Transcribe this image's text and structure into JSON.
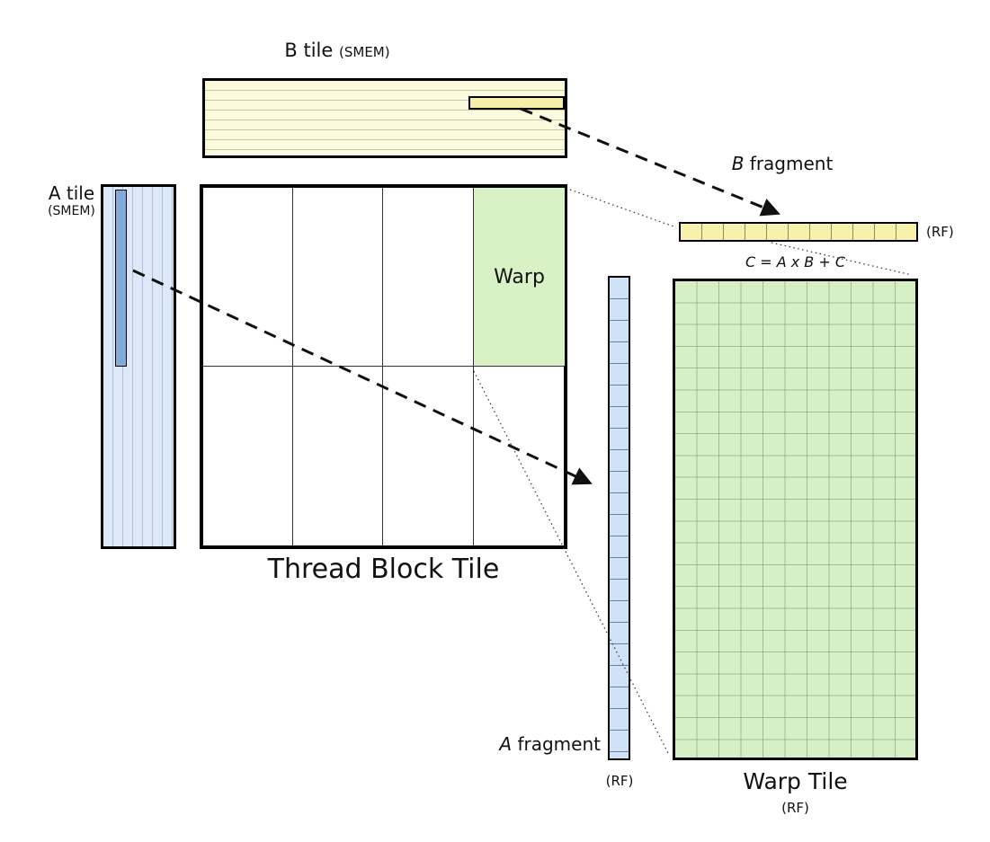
{
  "colors": {
    "b_tile_fill": "#fbfadc",
    "b_fragment_fill": "#f8f1ac",
    "a_tile_fill": "#dde9f8",
    "a_slice_fill": "#82abdb",
    "a_fragment_fill": "#cfe2f7",
    "warp_fill": "#d9f2c5",
    "warp_tile_fill": "#d6efc4",
    "outline": "#000000"
  },
  "b_tile": {
    "label": "B tile",
    "mem": "(SMEM)"
  },
  "a_tile": {
    "label": "A tile",
    "mem": "(SMEM)"
  },
  "thread_block": {
    "warp_label": "Warp",
    "label": "Thread Block Tile"
  },
  "b_fragment": {
    "name_italic": "B",
    "name_rest": " fragment",
    "mem": "(RF)"
  },
  "a_fragment": {
    "name_italic": "A",
    "name_rest": " fragment",
    "mem": "(RF)"
  },
  "warp_tile": {
    "equation": "C = A x B + C",
    "label": "Warp Tile",
    "mem": "(RF)"
  }
}
